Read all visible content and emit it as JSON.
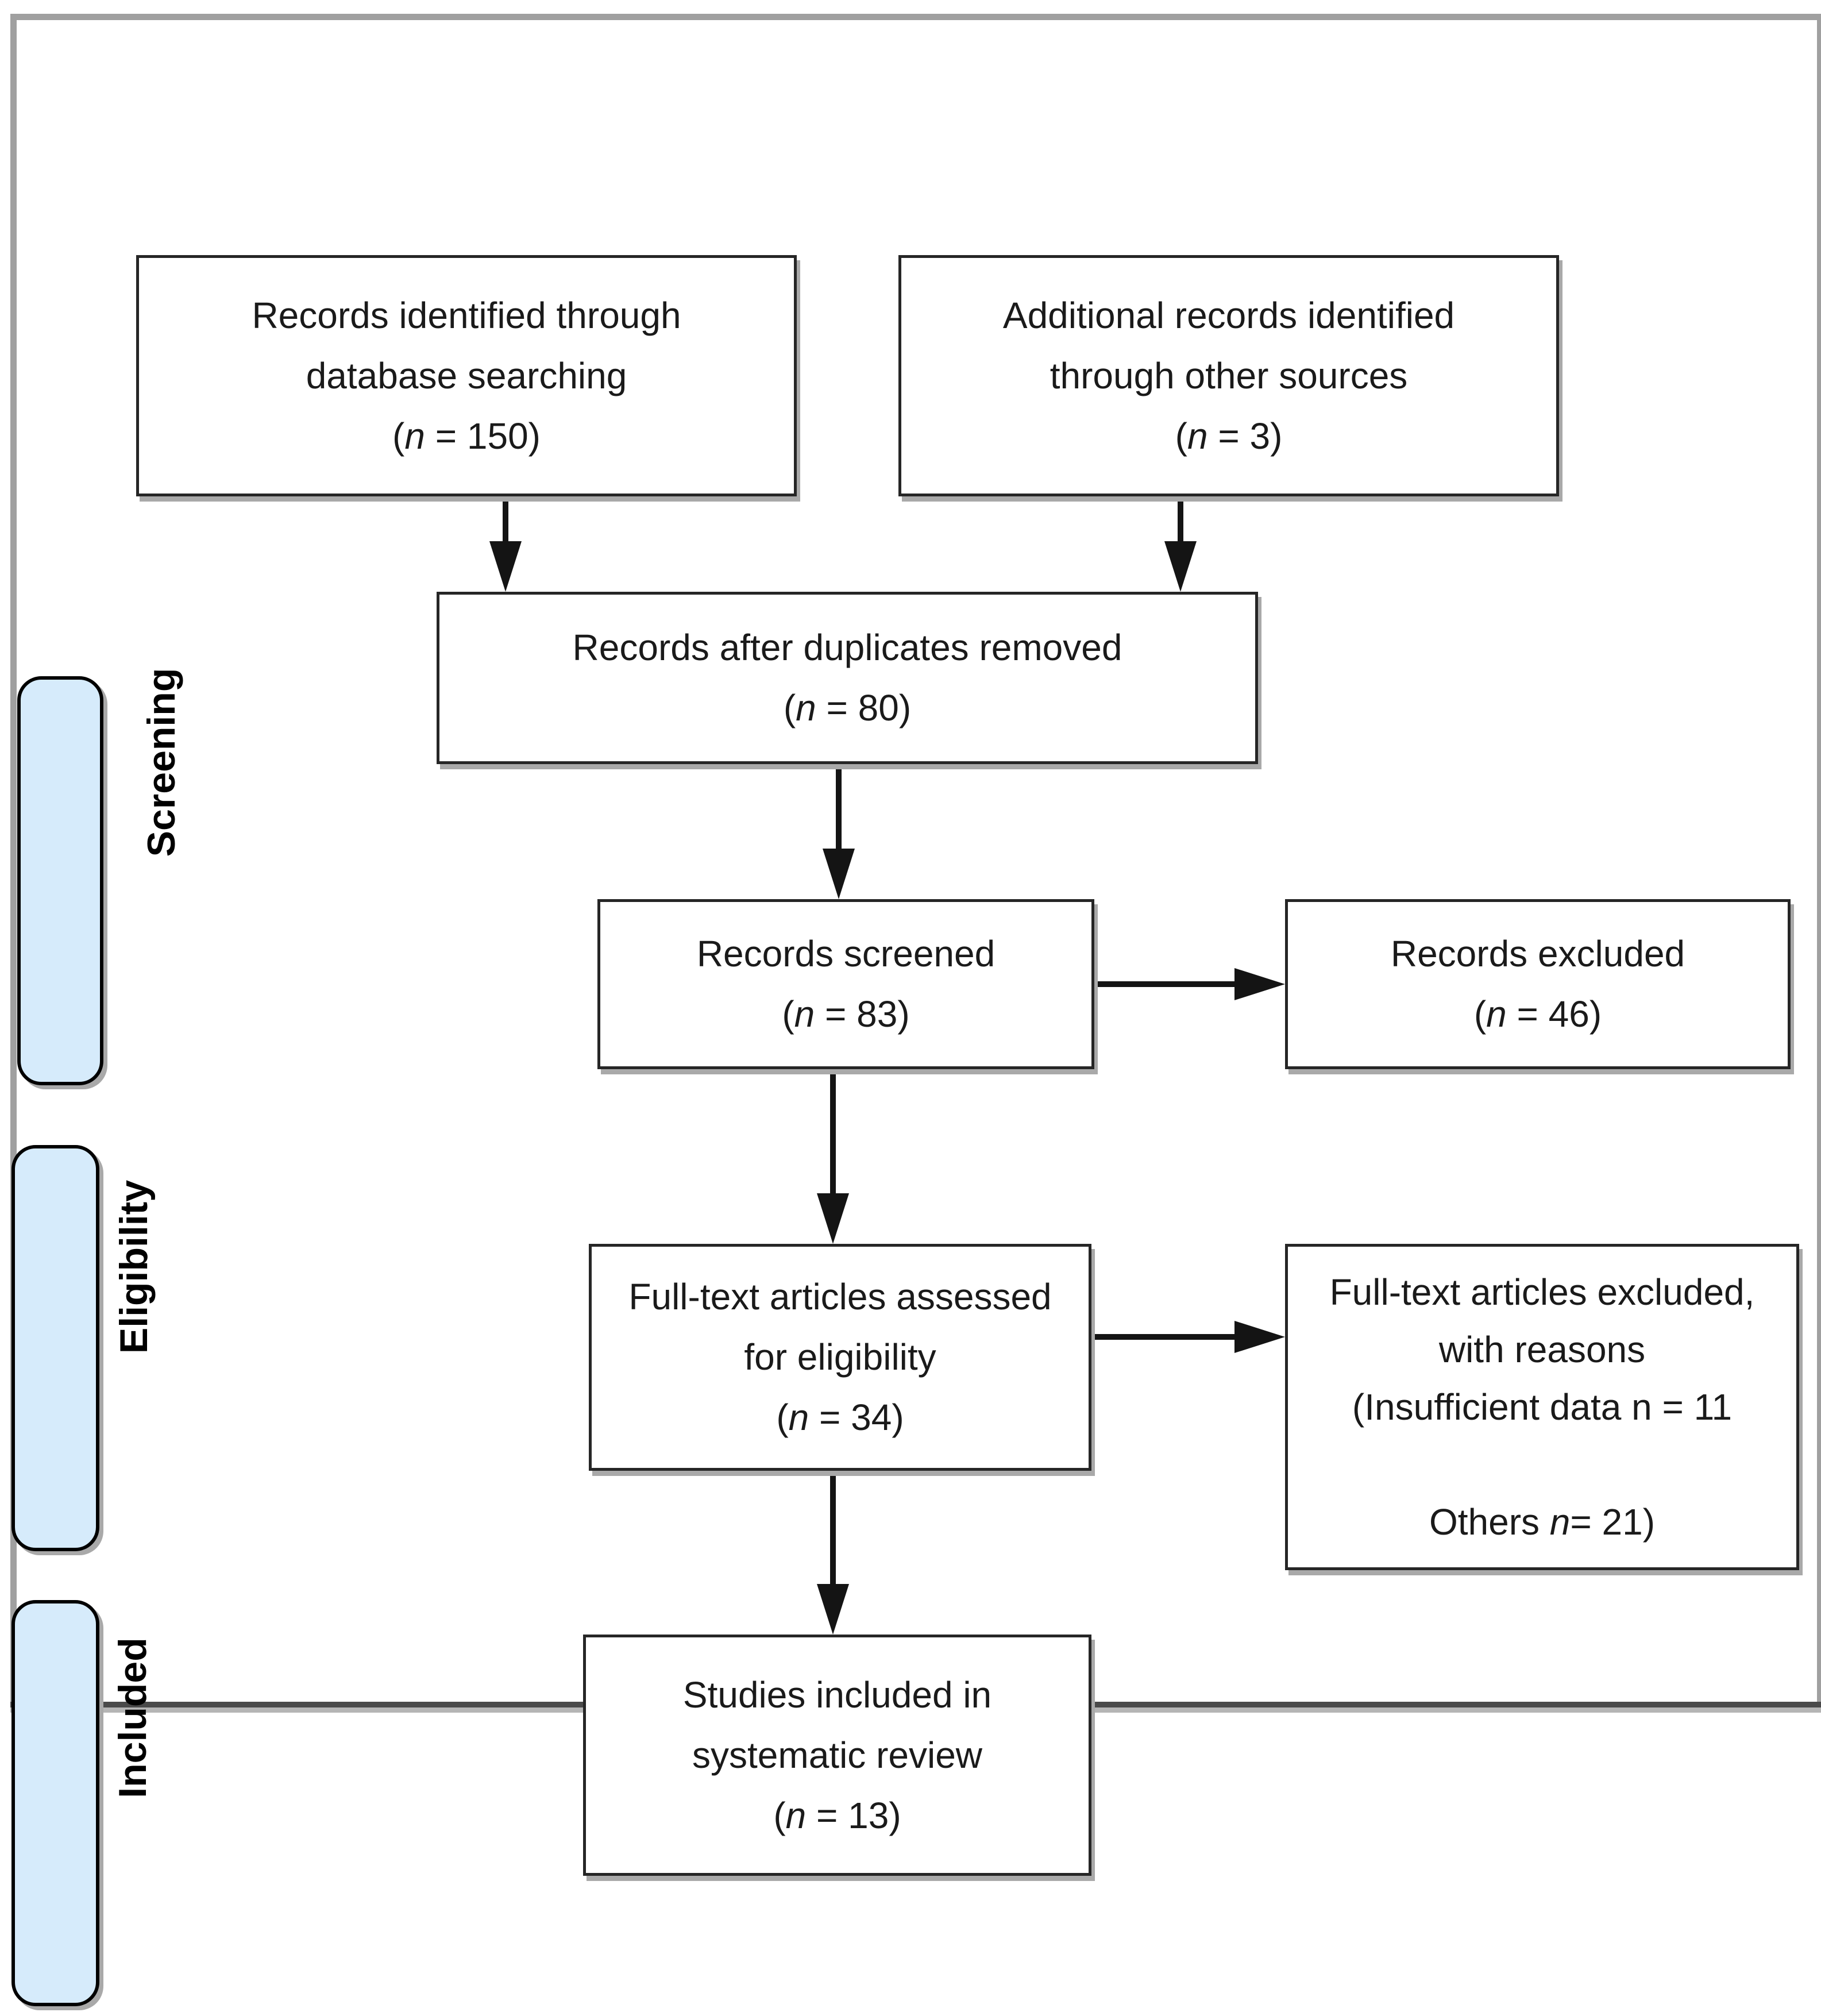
{
  "colors": {
    "stage_fill": "#d6ebfb",
    "box_border": "#262626",
    "frame_border": "#a0a0a0",
    "shadow": "#a9a9a9",
    "arrow": "#141414",
    "text": "#1a1a1a"
  },
  "stages": {
    "screening": "Screening",
    "eligibility": "Eligibility",
    "included": "Included"
  },
  "boxes": {
    "identified": {
      "line1": "Records identified through",
      "line2": "database searching",
      "n_pre": "(",
      "n_var": "n",
      "n_post": " = 150)"
    },
    "additional": {
      "line1": "Additional records identified",
      "line2": "through other sources",
      "n_pre": "(",
      "n_var": "n",
      "n_post": " = 3)"
    },
    "dedup": {
      "line1": "Records after duplicates removed",
      "n_pre": "(",
      "n_var": "n",
      "n_post": " = 80)"
    },
    "screened": {
      "line1": "Records screened",
      "n_pre": "(",
      "n_var": "n",
      "n_post": " = 83)"
    },
    "excluded": {
      "line1": "Records excluded",
      "n_pre": "(",
      "n_var": "n",
      "n_post": " = 46)"
    },
    "fulltext": {
      "line1": "Full-text articles assessed",
      "line2": "for eligibility",
      "n_pre": "(",
      "n_var": "n",
      "n_post": " = 34)"
    },
    "ft_excluded": {
      "line1": "Full-text articles excluded,",
      "line2": "with reasons",
      "line3": "(Insufficient data n = 11",
      "line4": "",
      "line5_pre": "Others ",
      "line5_var": "n",
      "line5_post": "= 21)"
    },
    "included_studies": {
      "line1": "Studies included in",
      "line2": "systematic review",
      "n_pre": "(",
      "n_var": "n",
      "n_post": " = 13)"
    }
  }
}
